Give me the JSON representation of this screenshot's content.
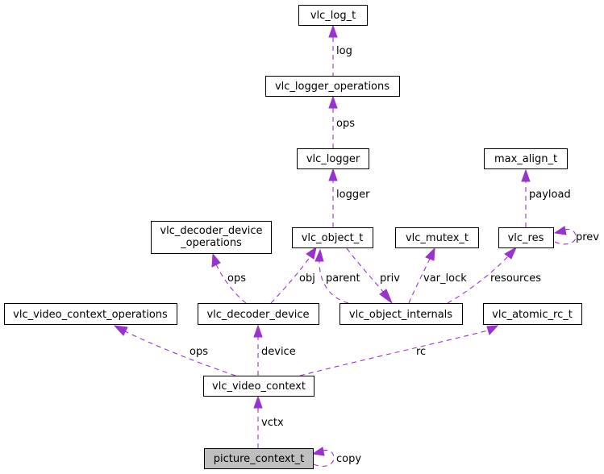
{
  "colors": {
    "edge": "#9a32cd",
    "node_border": "#000000",
    "highlight_fill": "#bfbfbf"
  },
  "nodes": {
    "vlc_log_t": "vlc_log_t",
    "vlc_logger_operations": "vlc_logger_operations",
    "vlc_logger": "vlc_logger",
    "max_align_t": "max_align_t",
    "vlc_decoder_device_operations_1": "vlc_decoder_device",
    "vlc_decoder_device_operations_2": "_operations",
    "vlc_object_t": "vlc_object_t",
    "vlc_mutex_t": "vlc_mutex_t",
    "vlc_res": "vlc_res",
    "vlc_video_context_operations": "vlc_video_context_operations",
    "vlc_decoder_device": "vlc_decoder_device",
    "vlc_object_internals": "vlc_object_internals",
    "vlc_atomic_rc_t": "vlc_atomic_rc_t",
    "vlc_video_context": "vlc_video_context",
    "picture_context_t": "picture_context_t"
  },
  "edges": {
    "log": "log",
    "ops_logger": "ops",
    "logger": "logger",
    "payload": "payload",
    "prev": "prev",
    "ops_decoder": "ops",
    "obj": "obj",
    "parent": "parent",
    "priv": "priv",
    "var_lock": "var_lock",
    "resources": "resources",
    "ops_video": "ops",
    "device": "device",
    "rc": "rc",
    "vctx": "vctx",
    "copy": "copy"
  }
}
